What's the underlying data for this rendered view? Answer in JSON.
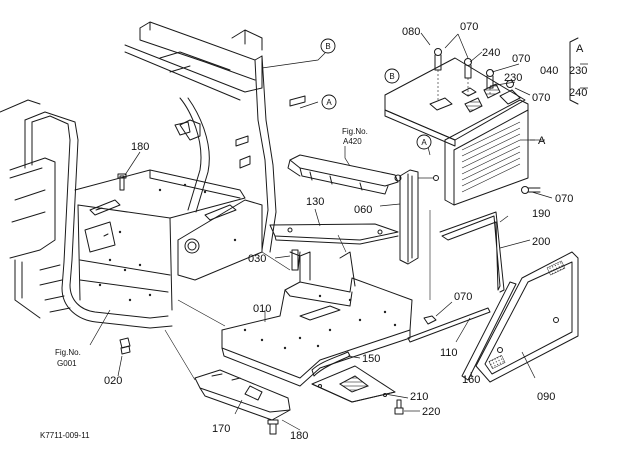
{
  "diagram": {
    "drawing_code": "K7711-009-11",
    "part_numbers": {
      "p010": "010",
      "p020": "020",
      "p030": "030",
      "p040": "040",
      "p060": "060",
      "p070a": "070",
      "p070b": "070",
      "p070c": "070",
      "p070d": "070",
      "p070e": "070",
      "p080": "080",
      "p090": "090",
      "p110": "110",
      "p130": "130",
      "p150": "150",
      "p160": "160",
      "p170": "170",
      "p180a": "180",
      "p180b": "180",
      "p190": "190",
      "p200": "200",
      "p210": "210",
      "p220": "220",
      "p230a": "230",
      "p230b": "230",
      "p240a": "240",
      "p240b": "240"
    },
    "callouts": {
      "A1": "A",
      "A2": "A",
      "A3": "A",
      "A4": "A",
      "B1": "B",
      "B2": "B"
    },
    "fig_refs": {
      "a420_line1": "Fig.No.",
      "a420_line2": "A420",
      "g001_line1": "Fig.No.",
      "g001_line2": "G001"
    }
  }
}
